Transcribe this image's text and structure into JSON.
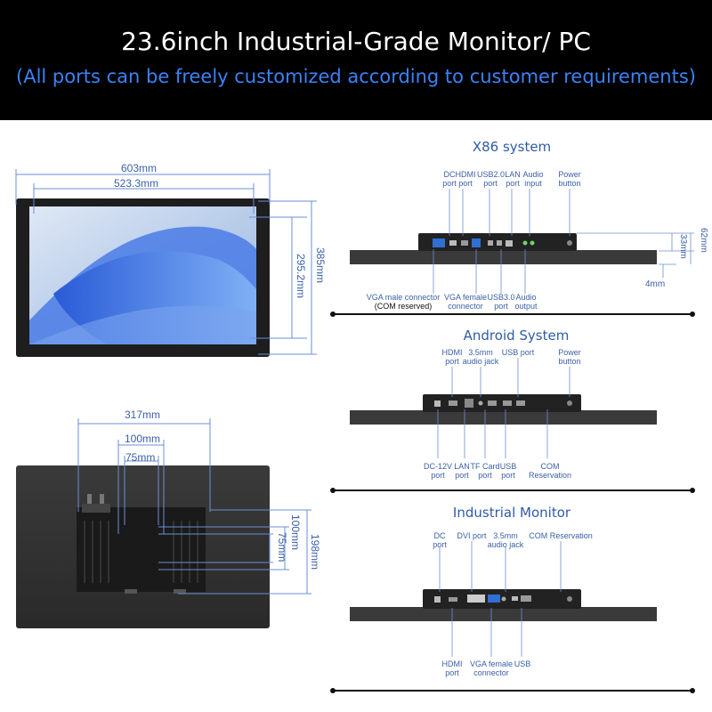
{
  "header": {
    "title": "23.6inch Industrial-Grade Monitor/ PC",
    "subtitle": "(All ports can be freely customized according to customer requirements)"
  },
  "front": {
    "width_outer": "603mm",
    "width_inner": "523.3mm",
    "height_outer": "385mm",
    "height_inner": "295.2mm"
  },
  "back": {
    "w317": "317mm",
    "w100": "100mm",
    "w75": "75mm",
    "h198": "198mm",
    "h100": "100mm",
    "h75": "75mm"
  },
  "x86": {
    "title": "X86 system",
    "top_labels": [
      {
        "l1": "DC",
        "l2": "port"
      },
      {
        "l1": "HDMI",
        "l2": "port"
      },
      {
        "l1": "USB2.0",
        "l2": "port"
      },
      {
        "l1": "LAN",
        "l2": "port"
      },
      {
        "l1": "Audio",
        "l2": "input"
      },
      {
        "l1": "Power",
        "l2": "button"
      }
    ],
    "bottom_labels": [
      {
        "l1": "VGA male connector",
        "l2": "(COM reserved)"
      },
      {
        "l1": "VGA female",
        "l2": "connector"
      },
      {
        "l1": "USB3.0",
        "l2": "port"
      },
      {
        "l1": "Audio",
        "l2": "output"
      }
    ],
    "dim_62": "62mm",
    "dim_33": "33mm",
    "dim_4": "4mm"
  },
  "android": {
    "title": "Android System",
    "top_labels": [
      {
        "l1": "HDMI",
        "l2": "port"
      },
      {
        "l1": "3.5mm",
        "l2": "audio jack"
      },
      {
        "l1": "USB port",
        "l2": ""
      },
      {
        "l1": "Power",
        "l2": "button"
      }
    ],
    "bottom_labels": [
      {
        "l1": "DC-12V",
        "l2": "port"
      },
      {
        "l1": "LAN",
        "l2": "port"
      },
      {
        "l1": "TF Card",
        "l2": "port"
      },
      {
        "l1": "USB",
        "l2": "port"
      },
      {
        "l1": "COM",
        "l2": "Reservation"
      }
    ]
  },
  "industrial": {
    "title": "Industrial Monitor",
    "top_labels": [
      {
        "l1": "DC",
        "l2": "port"
      },
      {
        "l1": "DVI port",
        "l2": ""
      },
      {
        "l1": "3.5mm",
        "l2": "audio jack"
      },
      {
        "l1": "COM Reservation",
        "l2": ""
      }
    ],
    "bottom_labels": [
      {
        "l1": "HDMI",
        "l2": "port"
      },
      {
        "l1": "VGA female",
        "l2": "connector"
      },
      {
        "l1": "USB",
        "l2": ""
      }
    ]
  },
  "colors": {
    "accent_blue": "#3b82f6",
    "dim_blue": "#3a5fa8",
    "bezel": "#1e1e1e"
  }
}
